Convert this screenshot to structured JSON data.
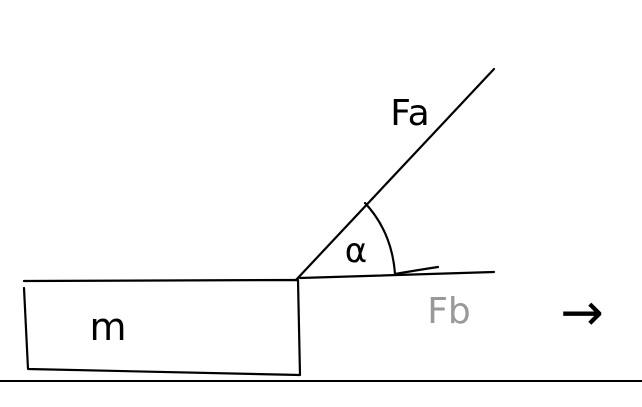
{
  "diagram": {
    "mass_label": "m",
    "force_a_label": "Fa",
    "force_b_label": "Fb",
    "angle_label": "α",
    "direction_arrow": "→"
  },
  "colors": {
    "ink": "#000000",
    "force_b_label": "#999999",
    "background": "#ffffff"
  }
}
